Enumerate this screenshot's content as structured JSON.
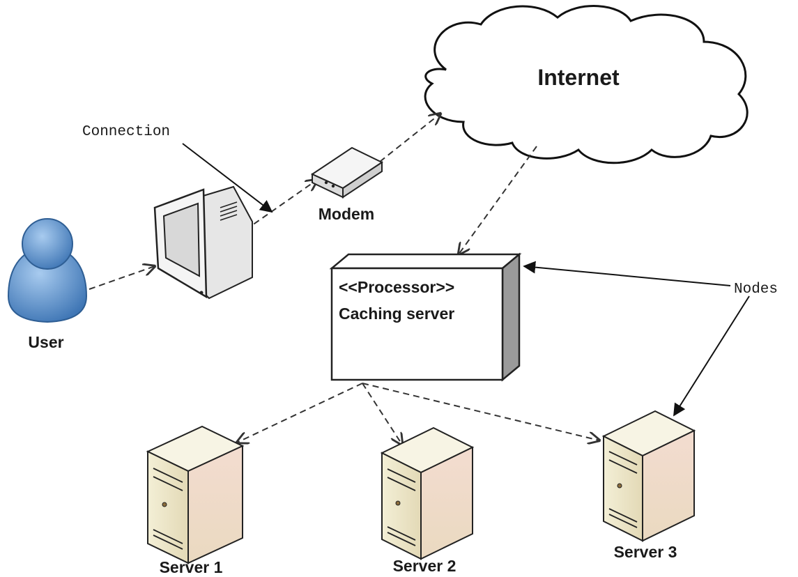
{
  "labels": {
    "internet": "Internet",
    "connection": "Connection",
    "modem": "Modem",
    "user": "User",
    "processor_stereotype": "<<Processor>>",
    "caching_server": "Caching server",
    "nodes": "Nodes",
    "server1": "Server 1",
    "server2": "Server 2",
    "server3": "Server 3"
  },
  "colors": {
    "user_icon": "#5b8fc7",
    "server_body": "#ece8cc",
    "server_side": "#c9c59a",
    "cloud_fill": "#ffffff",
    "line": "#333333"
  },
  "icons": {
    "user": "user-icon",
    "computer": "monitor-icon",
    "modem": "modem-icon",
    "cloud": "cloud-icon",
    "server": "server-tower-icon"
  }
}
